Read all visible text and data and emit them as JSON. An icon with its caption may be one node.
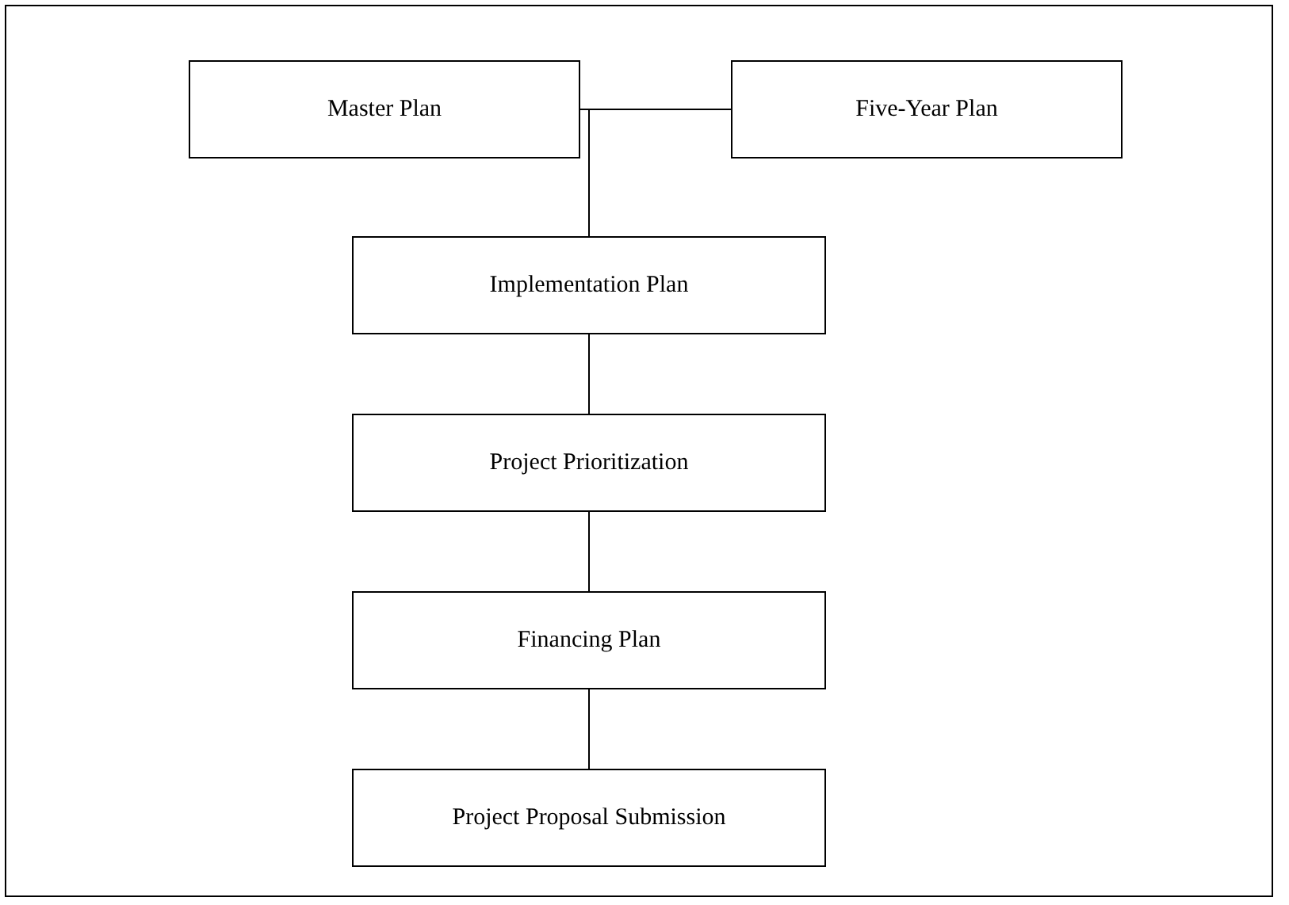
{
  "diagram": {
    "nodes": [
      {
        "text": [
          "Master Plan"
        ]
      },
      {
        "text": [
          "Five-Year Plan"
        ]
      },
      {
        "text": [
          "Implementation Plan"
        ]
      },
      {
        "text": [
          "Project Prioritization"
        ]
      },
      {
        "text": [
          "Financing Plan"
        ]
      },
      {
        "text": [
          "Project Proposal Submission"
        ]
      }
    ],
    "edges": [
      {
        "from": 0,
        "to": 2,
        "arrow": "none"
      },
      {
        "from": 1,
        "to": 2,
        "arrow": "none"
      },
      {
        "from": 2,
        "to": 3,
        "arrow": "none"
      },
      {
        "from": 3,
        "to": 4,
        "arrow": "none"
      },
      {
        "from": 4,
        "to": 5,
        "arrow": "none"
      }
    ]
  }
}
